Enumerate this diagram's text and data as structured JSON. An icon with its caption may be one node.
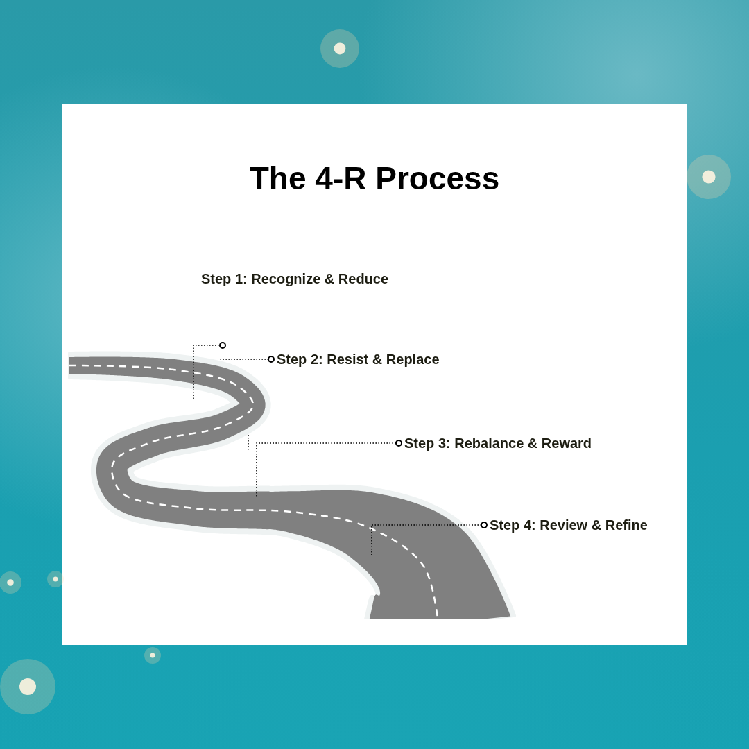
{
  "diagram": {
    "title": "The 4-R Process",
    "nodes": [
      {
        "text": [
          "Step 1: Recognize & Reduce"
        ]
      },
      {
        "text": [
          "Step 2: Resist & Replace"
        ]
      },
      {
        "text": [
          "Step 3: Rebalance & Reward"
        ]
      },
      {
        "text": [
          "Step 4: Review & Refine"
        ]
      }
    ],
    "edges": [
      {
        "from": 1,
        "to": null,
        "arrow": "other",
        "style": "dashed"
      },
      {
        "from": 2,
        "to": null,
        "arrow": "other",
        "style": "dashed"
      },
      {
        "from": 3,
        "to": null,
        "arrow": "other",
        "style": "dashed"
      }
    ]
  }
}
